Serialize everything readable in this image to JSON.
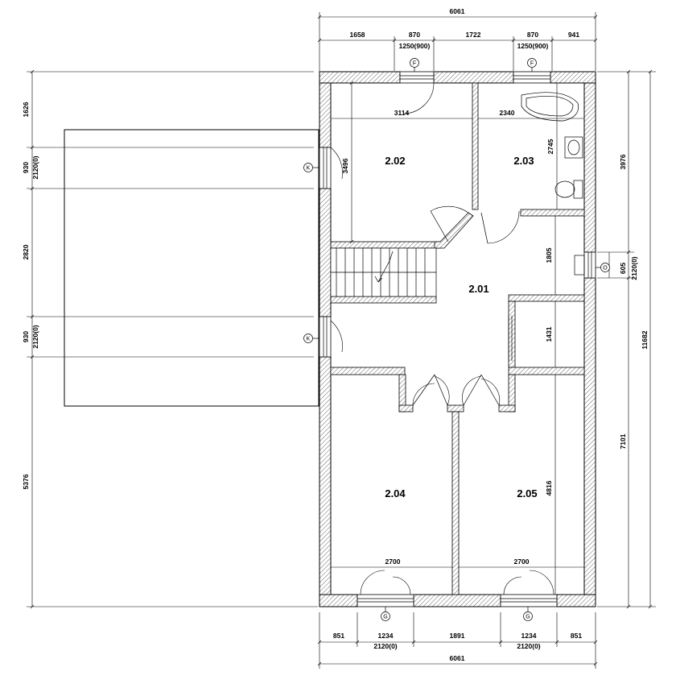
{
  "rooms": {
    "r201": "2.01",
    "r202": "2.02",
    "r203": "2.03",
    "r204": "2.04",
    "r205": "2.05"
  },
  "top_dims": {
    "overall": "6061",
    "seg1": "1658",
    "seg2": "870",
    "seg3": "1722",
    "seg4": "870",
    "seg5": "941",
    "win1": "1250(900)",
    "win2": "1250(900)"
  },
  "bottom_dims": {
    "overall": "6061",
    "seg1": "851",
    "seg2": "1234",
    "seg3": "1891",
    "seg4": "1234",
    "seg5": "851",
    "win1": "2120(0)",
    "win2": "2120(0)"
  },
  "left_dims": {
    "d1": "1626",
    "d2": "930",
    "d2b": "2120(0)",
    "d3": "2820",
    "d4": "930",
    "d4b": "2120(0)",
    "d5": "5376"
  },
  "right_dims": {
    "d1": "3976",
    "d2": "605",
    "d2b": "2120(0)",
    "d3": "7101",
    "overall": "11682"
  },
  "inner_dims": {
    "w202": "3114",
    "w203": "2340",
    "h202": "3496",
    "h203": "2745",
    "h_hall": "1805",
    "h_closet": "1431",
    "h205": "4816",
    "w204": "2700",
    "w205": "2700"
  },
  "window_tags": {
    "top1": "F",
    "top2": "F",
    "left1": "K",
    "left2": "K",
    "right1": "O",
    "bottom1": "G",
    "bottom2": "G"
  }
}
